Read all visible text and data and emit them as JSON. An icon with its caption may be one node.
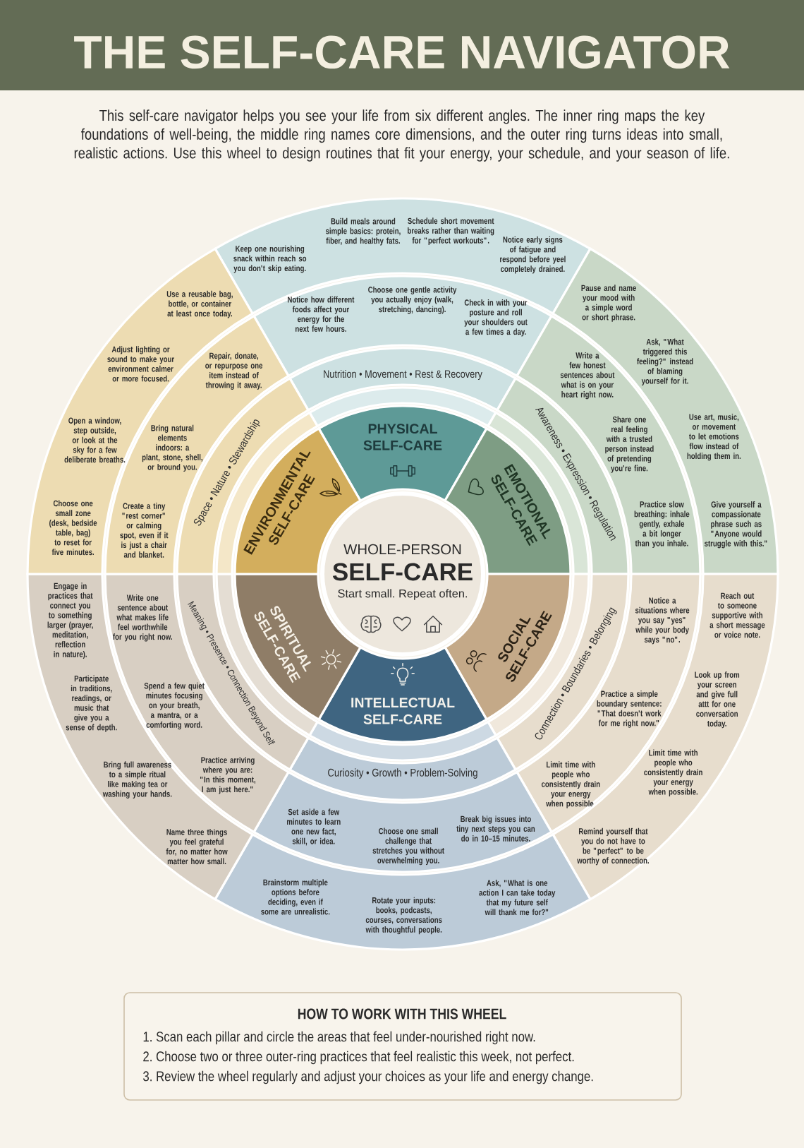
{
  "diagram": {
    "title": "THE SELF-CARE NAVIGATOR",
    "nodes": [
      {
        "text": [
          "WHOLE-PERSON",
          "SELF-CARE",
          "Start small. Repeat often."
        ]
      },
      {
        "text": [
          "PHYSICAL SELF-CARE"
        ]
      },
      {
        "text": [
          "Nutrition • Movement • Rest & Recovery"
        ]
      },
      {
        "text": [
          "Notice how different foods affect your energy for the next few hours.",
          "Choose one gentle activity you actually enjoy (walk, stretching, dancing).",
          "Check in with your posture and roll your shoulders out a few times a day."
        ]
      },
      {
        "text": [
          "Keep one nourishing snack within reach so you don't skip eating.",
          "Build meals around simple basics: protein, fiber, and healthy fats.",
          "Schedule short movement breaks rather than waiting for \"perfect workouts\".",
          "Notice early signs of fatigue and respond before yeel completely drained."
        ]
      },
      {
        "text": [
          "EMOTIONAL SELF-CARE"
        ]
      },
      {
        "text": [
          "Awareness • Expression • Regulation"
        ]
      },
      {
        "text": [
          "Write a few honest sentences about what is on your heart right now.",
          "Share one real feeling with a trusted person instead of pretending you're fine.",
          "Practice slow breathing: inhale gently, exhale a bit longer than you inhale."
        ]
      },
      {
        "text": [
          "Pause and name your mood with a simple word or short phrase.",
          "Ask, \"What triggered this feeling?\" instead of blaming yourself for it.",
          "Use art, music, or movement to let emotions flow instead of holding them in.",
          "Give yourself a compassionate phrase such as \"Anyone would struggle with this.\""
        ]
      },
      {
        "text": [
          "SOCIAL SELF-CARE"
        ]
      },
      {
        "text": [
          "Connection • Boundaries • Belonging"
        ]
      },
      {
        "text": [
          "Notice a situations where you say \"yes\" while your body says \"no\".",
          "Practice a simple boundary sentence: \"That doesn't work for me right now.\"",
          "Limit time with people who consistently drain your energy when possible."
        ]
      },
      {
        "text": [
          "Reach out to someone supportive with a short message or voice note.",
          "Look up from your screen and give full attt for one conversation today.",
          "Limit time with people who consistently drain your energy when possible.",
          "Remind yourself that you do not have to be \"perfect\" to be worthy of connection."
        ]
      },
      {
        "text": [
          "INTELLECTUAL SELF-CARE"
        ]
      },
      {
        "text": [
          "Curiosity • Growth • Problem-Solving"
        ]
      },
      {
        "text": [
          "Set aside a few minutes to learn one new fact, skill, or idea.",
          "Choose one small challenge that stretches you without overwhelming you.",
          "Break big issues into tiny next steps you can do in 10–15 minutes."
        ]
      },
      {
        "text": [
          "Brainstorm multiple options before deciding, even if some are unrealistic.",
          "Rotate your inputs: books, podcasts, courses, conversations with thoughtful people.",
          "Ask, \"What is one action I can take today that my future self will thank me for?\""
        ]
      },
      {
        "text": [
          "SPIRITUAL SELF-CARE"
        ]
      },
      {
        "text": [
          "Meaning • Presence • Connection Beyond Self"
        ]
      },
      {
        "text": [
          "Write one sentence about what makes life feel worthwhile for you right now.",
          "Spend a few quiet minutes focusing on your breath, a mantra, or a comforting word.",
          "Practice arriving where you are: \"In this moment, I am just here.\""
        ]
      },
      {
        "text": [
          "Engage in practices that connect you to something larger (prayer, meditation, reflection in nature).",
          "Participate in traditions, readings, or music that give you a sense of depth.",
          "Bring full awareness to a simple ritual like making tea or washing your hands.",
          "Name three things you feel grateful for, no matter how matter how small."
        ]
      },
      {
        "text": [
          "ENVIRONMENTAL SELF-CARE"
        ]
      },
      {
        "text": [
          "Space • Nature • Stewardship"
        ]
      },
      {
        "text": [
          "Repair, donate, or repurpose one item instead of throwing it away.",
          "Bring natural elements indoors: a plant, stone, shell, or bround you.",
          "Create a tiny \"rest corner\" or calming spot, even if it is just a chair and blanket."
        ]
      },
      {
        "text": [
          "Use a reusable bag, bottle, or container at least once today.",
          "Adjust lighting or sound to make your environment calmer or more focused.",
          "Open a window, step outside, or look at the sky for a few deliberate breaths.",
          "Choose one small zone (desk, bedside table, bag) to reset for five minutes."
        ]
      },
      {
        "text": [
          "HOW TO WORK WITH THIS WHEEL",
          "1. Scan each pillar and circle the areas that feel under-nourished right now.",
          "2. Choose two or three outer-ring practices that feel realistic this week, not perfect.",
          "3. Review the wheel regularly and adjust your choices as your life and energy change."
        ]
      }
    ],
    "labels": [
      "This self-care navigator helps you see your life from six different angles. The inner ring maps the key foundations of well-being, the middle ring names core dimensions, and the outer ring turns ideas into small, realistic actions. Use this wheel to design routines that fit your energy, your schedule, and your season of life."
    ]
  }
}
